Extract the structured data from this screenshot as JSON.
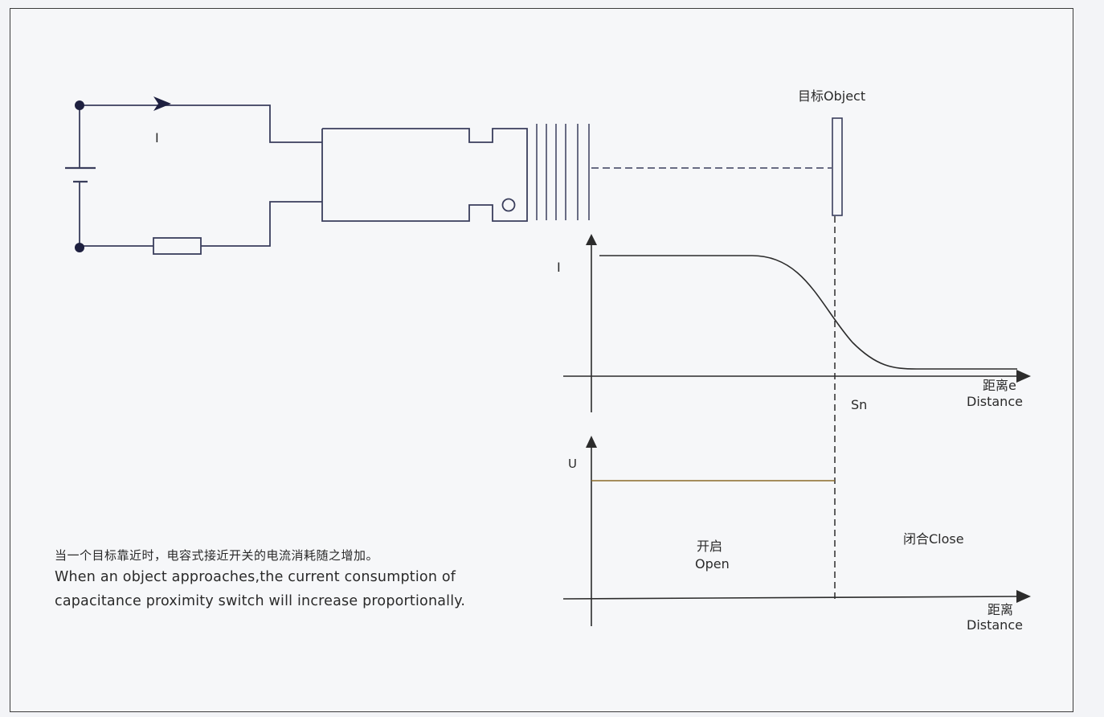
{
  "diagram": {
    "current_symbol": "I",
    "object_label": "目标Object",
    "graph_current_axis": "I",
    "graph_voltage_axis": "U",
    "sn_label": "Sn",
    "distance_label_1_zh": "距离e",
    "distance_label_1_en": "Distance",
    "distance_label_2_zh": "距离",
    "distance_label_2_en": "Distance",
    "open_zh": "开启",
    "open_en": "Open",
    "close_label": "闭合Close"
  },
  "caption": {
    "zh": "当一个目标靠近时，电容式接近开关的电流消耗随之增加。",
    "en_line1": "When an object approaches,the current consumption of",
    "en_line2": "capacitance proximity switch will increase proportionally."
  },
  "colors": {
    "wire": "#3a3e5c",
    "curve": "#2c2c2c",
    "level_line": "#8a6a28",
    "text": "#2a2a2a"
  }
}
